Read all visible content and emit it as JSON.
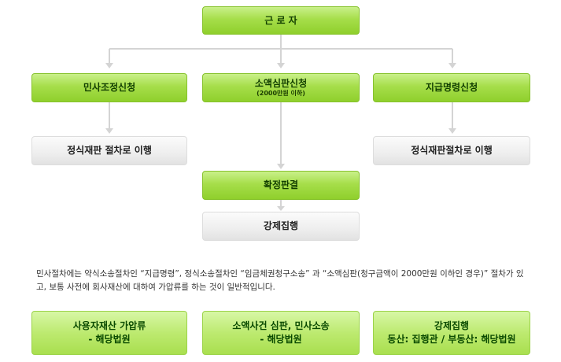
{
  "top": {
    "label": "근 로 자"
  },
  "level1": [
    {
      "label": "민사조정신청",
      "sub": ""
    },
    {
      "label": "소액심판신청",
      "sub": "(2000만원 이하)"
    },
    {
      "label": "지급명령신청",
      "sub": ""
    }
  ],
  "level2": {
    "left": "정식재판 절차로 이행",
    "right": "정식재판절차로 이행"
  },
  "confirm": "확정판결",
  "enforce": "강제집행",
  "paragraph": "민사절차에는 약식소송절차인 “지급명령”, 정식소송절차인 “임금체권청구소송” 과 “소액심판(청구금액이 2000만원 이하인 경우)” 절차가 있고, 보통 사전에 회사재산에 대하여 가압류를 하는 것이 일반적입니다.",
  "bottom": [
    {
      "line1": "사용자재산 가압류",
      "line2": "- 해당법원"
    },
    {
      "line1": "소액사건 심판, 민사소송",
      "line2": "- 해당법원"
    },
    {
      "line1": "강제집행",
      "line2": "동산: 집행관 / 부동산: 해당법원"
    }
  ],
  "colors": {
    "green": "#a6de4a",
    "gray": "#eeeeee",
    "arrow": "#d4d4d4"
  }
}
